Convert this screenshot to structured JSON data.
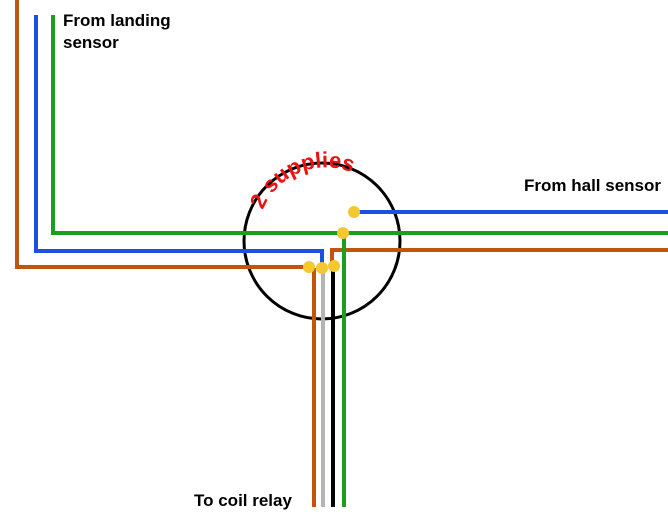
{
  "labels": {
    "landing_line1": "From landing",
    "landing_line2": "sensor",
    "hall": "From hall sensor",
    "coil": "To coil relay",
    "supplies": "2 supplies"
  },
  "colors": {
    "brown": "#c0560e",
    "blue": "#1e50e0",
    "green": "#1aa01e",
    "black": "#000000",
    "grey": "#b4b4b4",
    "junction": "#f5c830",
    "supplies_text": "#ee1111"
  }
}
